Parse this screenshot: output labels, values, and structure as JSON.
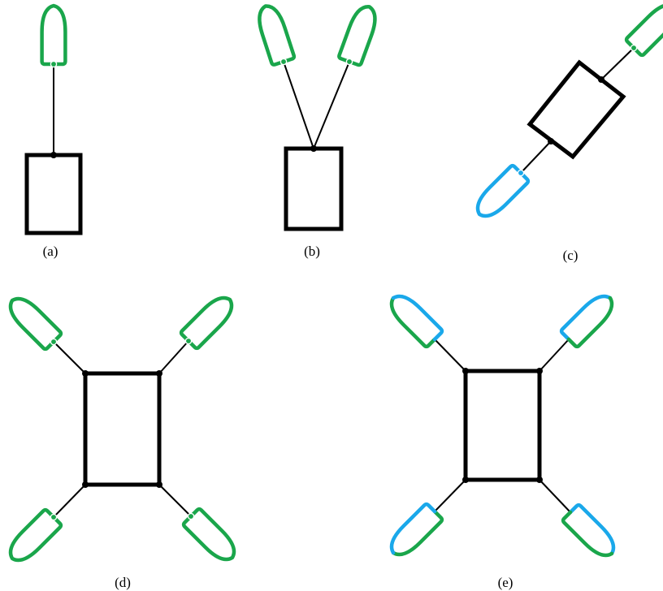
{
  "colors": {
    "frame": "#000000",
    "green": "#1aa64b",
    "blue": "#1aa8ea",
    "attach_dot": "#ffffff"
  },
  "panels": [
    {
      "id": "a",
      "caption": "(a)",
      "tugs": 1,
      "tug_colors": [
        "green"
      ]
    },
    {
      "id": "b",
      "caption": "(b)",
      "tugs": 2,
      "tug_colors": [
        "green",
        "green"
      ]
    },
    {
      "id": "c",
      "caption": "(c)",
      "tugs": 2,
      "tug_colors": [
        "green",
        "blue"
      ]
    },
    {
      "id": "d",
      "caption": "(d)",
      "tugs": 4,
      "tug_colors": [
        "green",
        "green",
        "green",
        "green"
      ]
    },
    {
      "id": "e",
      "caption": "(e)",
      "tugs": 4,
      "tug_colors": [
        "green/blue",
        "blue/green",
        "green/blue",
        "blue/green"
      ]
    }
  ]
}
